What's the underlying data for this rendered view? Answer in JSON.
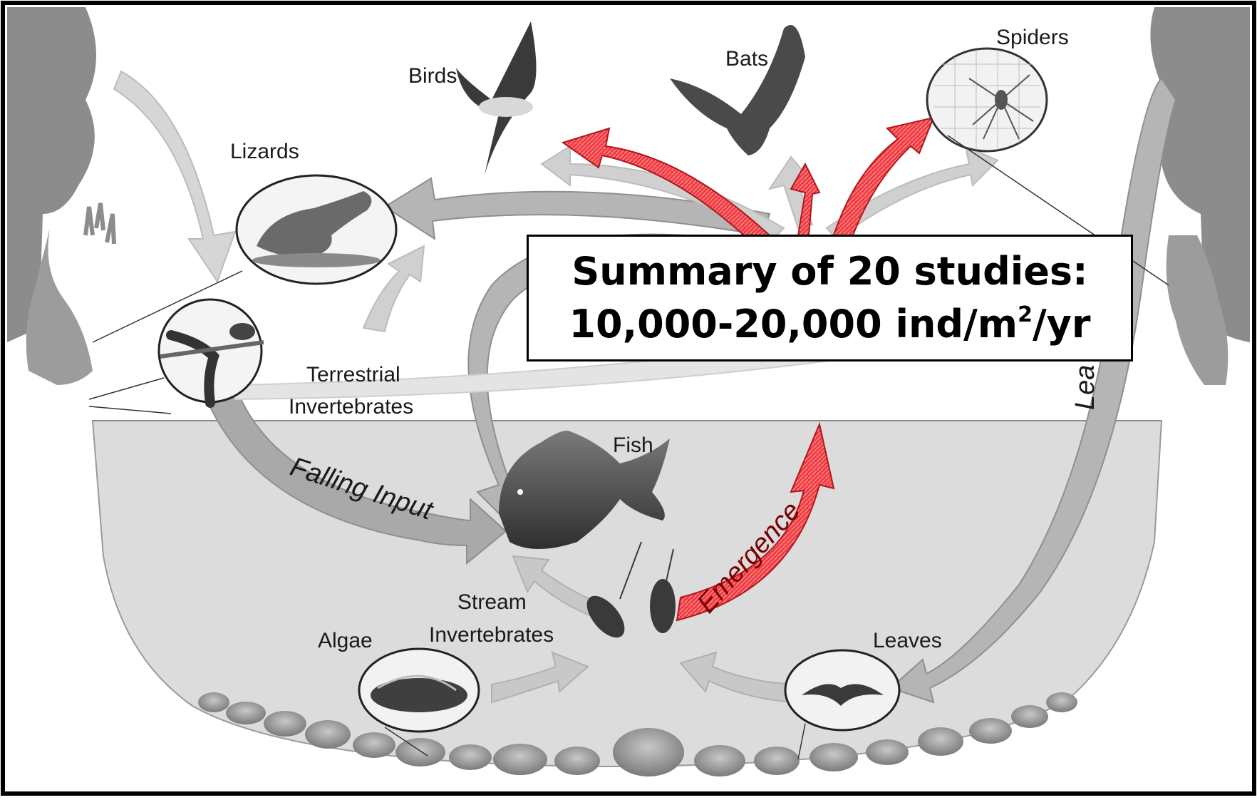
{
  "labels": {
    "birds": "Birds",
    "bats": "Bats",
    "spiders": "Spiders",
    "lizards": "Lizards",
    "terrestrial_line1": "Terrestrial",
    "terrestrial_line2": "Invertebrates",
    "fish": "Fish",
    "stream_line1": "Stream",
    "stream_line2": "Invertebrates",
    "algae": "Algae",
    "leaves": "Leaves"
  },
  "flows": {
    "falling_input": "Falling Input",
    "emergence": "Emergence",
    "leaf_fall_partial": "Lea"
  },
  "summary": {
    "line1": "Summary of 20 studies:",
    "line2_pre": "10,000-20,000 ind/m",
    "line2_sup": "2",
    "line2_post": "/yr"
  },
  "colors": {
    "highlight_red": "#e8202a",
    "arrow_gray": "#a8a8a8",
    "water_gray": "#dcdcdc",
    "frame": "#000000"
  }
}
